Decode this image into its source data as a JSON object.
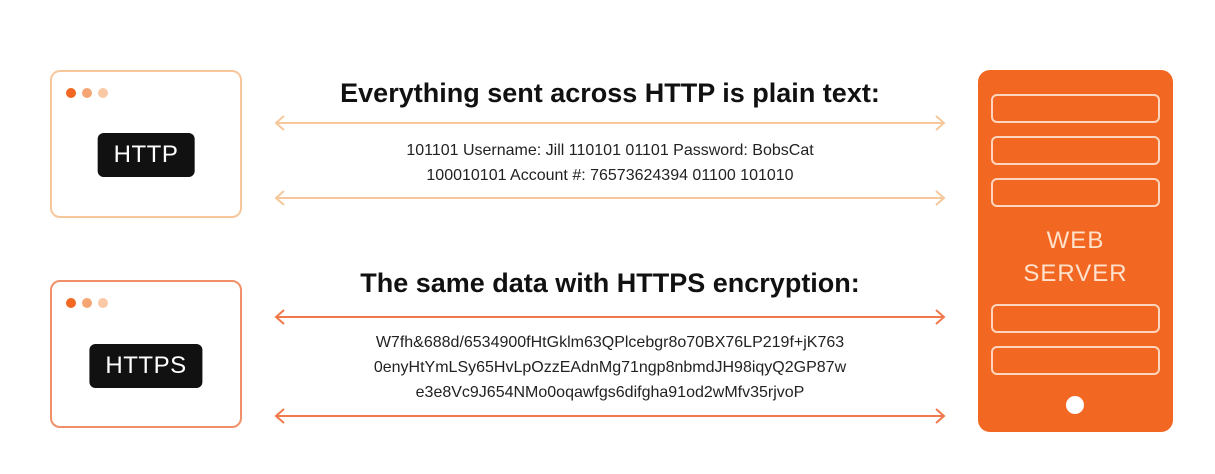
{
  "colors": {
    "accent_orange": "#f26722",
    "light_orange": "#f6c79b",
    "mid_orange": "#f19068",
    "dot_dark": "#f26722",
    "dot_mid": "#f5a574",
    "dot_light": "#f9c9a6",
    "label_bg": "#111111"
  },
  "http_browser": {
    "label": "HTTP"
  },
  "https_browser": {
    "label": "HTTPS"
  },
  "plain_section": {
    "heading": "Everything sent across HTTP is plain text:",
    "lines": [
      "101101 Username: Jill 110101 01101 Password: BobsCat",
      "100010101 Account #: 76573624394 01100 101010"
    ]
  },
  "encrypted_section": {
    "heading": "The same data with HTTPS encryption:",
    "lines": [
      "W7fh&688d/6534900fHtGklm63QPlcebgr8o70BX76LP219f+jK763",
      "0enyHtYmLSy65HvLpOzzEAdnMg71ngp8nbmdJH98iqyQ2GP87w",
      "e3e8Vc9J654NMo0oqawfgs6difgha91od2wMfv35rjvoP"
    ]
  },
  "server": {
    "line1": "WEB",
    "line2": "SERVER"
  },
  "icons": {
    "arrow": "double-headed-arrow-icon",
    "dots": "window-controls-icon",
    "power": "power-led-icon"
  }
}
